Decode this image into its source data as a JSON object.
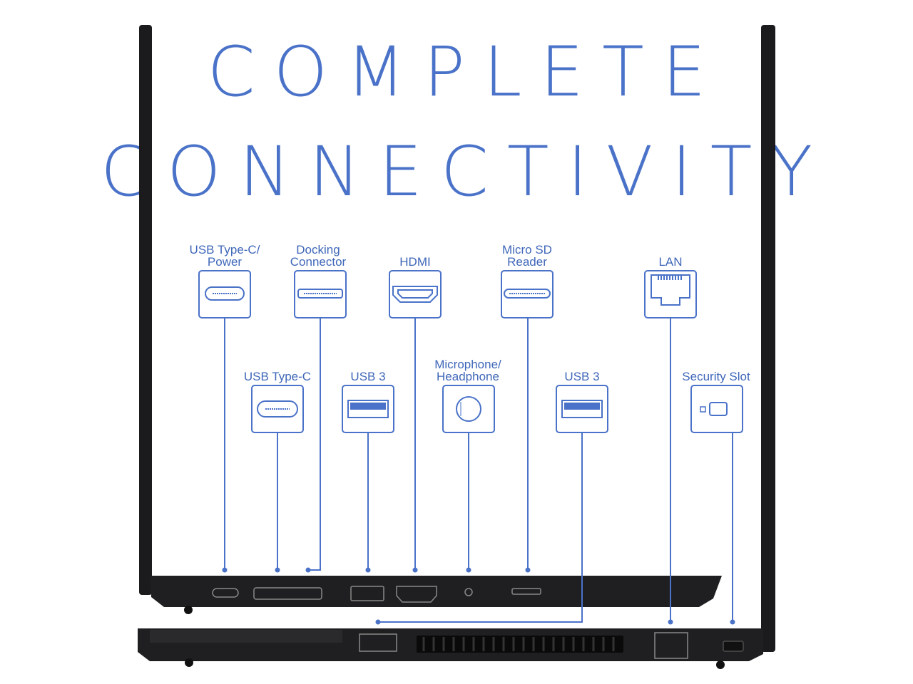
{
  "title": {
    "line1": "COMPLETE",
    "line2": "CONNECTIVITY"
  },
  "accent_color": "#4a72c8",
  "ports": {
    "usbc_power": {
      "label1": "USB Type-C/",
      "label2": "Power"
    },
    "docking": {
      "label1": "Docking",
      "label2": "Connector"
    },
    "hdmi": {
      "label": "HDMI"
    },
    "microsd": {
      "label1": "Micro SD",
      "label2": "Reader"
    },
    "lan": {
      "label": "LAN"
    },
    "usbc": {
      "label": "USB Type-C"
    },
    "usb3_left": {
      "label": "USB 3"
    },
    "audio": {
      "label1": "Microphone/",
      "label2": "Headphone"
    },
    "usb3_right": {
      "label": "USB 3"
    },
    "security": {
      "label": "Security Slot"
    }
  }
}
